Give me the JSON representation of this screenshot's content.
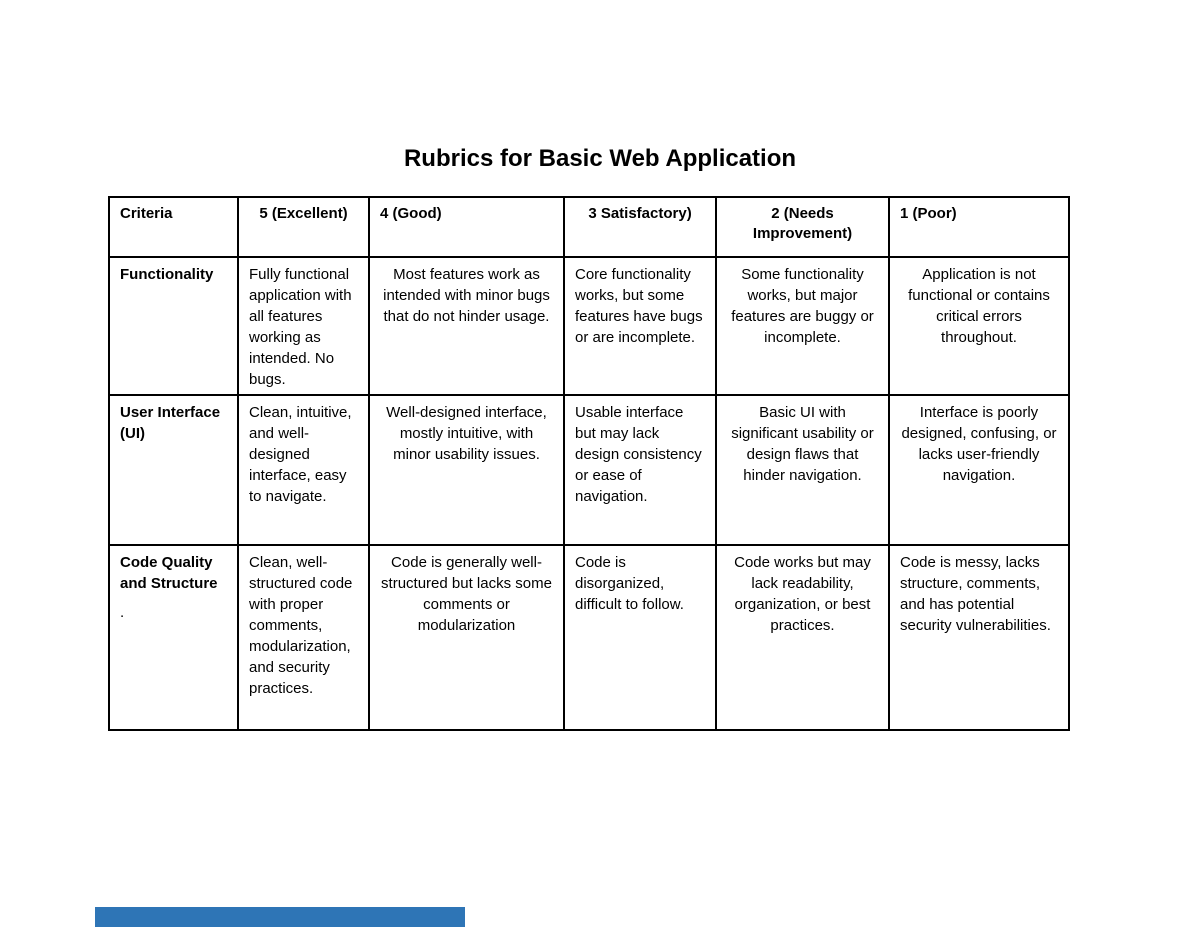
{
  "title": "Rubrics for Basic Web Application",
  "table": {
    "columns": [
      {
        "label": "Criteria"
      },
      {
        "label": "5 (Excellent)"
      },
      {
        "label": "4 (Good)"
      },
      {
        "label": "3 Satisfactory)"
      },
      {
        "label": "2 (Needs Improvement)"
      },
      {
        "label": "1 (Poor)"
      }
    ],
    "rows": [
      {
        "criterion": "Functionality",
        "cells": [
          {
            "text": "Fully functional application with all features working as intended. No bugs."
          },
          {
            "text": "Most features work as intended with minor bugs that do not hinder usage."
          },
          {
            "text": "Core functionality works, but some features have bugs or are incomplete."
          },
          {
            "text": "Some functionality works, but major features are buggy or incomplete."
          },
          {
            "text": "Application is not functional or contains critical errors throughout."
          }
        ]
      },
      {
        "criterion": "User Interface (UI)",
        "cells": [
          {
            "text": "Clean, intuitive, and well-designed interface, easy to navigate."
          },
          {
            "text": "Well-designed interface, mostly intuitive, with minor usability issues."
          },
          {
            "text": "Usable interface but may lack design consistency or ease of navigation."
          },
          {
            "text": "Basic UI with significant usability or design flaws that hinder navigation."
          },
          {
            "text": "Interface is poorly designed, confusing, or lacks user-friendly navigation."
          }
        ]
      },
      {
        "criterion": "Code Quality and Structure",
        "criterion_suffix": ".",
        "cells": [
          {
            "text": "Clean, well-structured code with proper comments, modularization, and security practices."
          },
          {
            "text": "Code is generally well-structured but lacks some comments or modularization"
          },
          {
            "text": "Code is disorganized, difficult to follow."
          },
          {
            "text": "Code works but may lack readability, organization, or best practices."
          },
          {
            "text": "Code is messy, lacks structure, comments, and has potential security vulnerabilities."
          }
        ]
      }
    ]
  },
  "footer": {
    "bar_color": "#2e75b6"
  }
}
